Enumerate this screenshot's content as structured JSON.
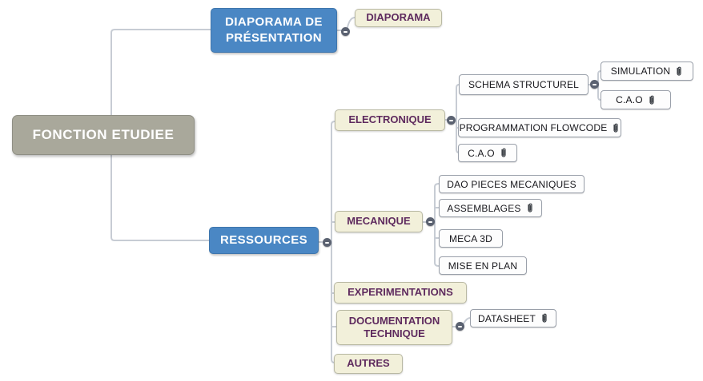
{
  "colors": {
    "branch_blue": "#4a87c4",
    "root_gray": "#a9a89b",
    "topic_cream": "#f2f0da",
    "topic_text_purple": "#5e2a5e",
    "leaf_white": "#fdfdfd",
    "connector_gray": "#c7ccd4",
    "collapse_button_slate": "#5b6271"
  },
  "icons": {
    "attachment": "paperclip-icon",
    "collapse": "minus-circle-icon"
  },
  "mindmap": {
    "root": {
      "label": "FONCTION ETUDIEE"
    },
    "children": [
      {
        "label": "DIAPORAMA DE PRÉSENTATION",
        "children": [
          {
            "label": "DIAPORAMA"
          }
        ]
      },
      {
        "label": "RESSOURCES",
        "children": [
          {
            "label": "ELECTRONIQUE",
            "children": [
              {
                "label": "SCHEMA STRUCTUREL",
                "children": [
                  {
                    "label": "SIMULATION",
                    "has_attachment": true
                  },
                  {
                    "label": "C.A.O",
                    "has_attachment": true
                  }
                ]
              },
              {
                "label": "PROGRAMMATION FLOWCODE",
                "has_attachment": true
              },
              {
                "label": "C.A.O",
                "has_attachment": true
              }
            ]
          },
          {
            "label": "MECANIQUE",
            "children": [
              {
                "label": "DAO PIECES MECANIQUES"
              },
              {
                "label": "ASSEMBLAGES",
                "has_attachment": true
              },
              {
                "label": "MECA 3D"
              },
              {
                "label": "MISE EN PLAN"
              }
            ]
          },
          {
            "label": "EXPERIMENTATIONS"
          },
          {
            "label": "DOCUMENTATION TECHNIQUE",
            "children": [
              {
                "label": "DATASHEET",
                "has_attachment": true
              }
            ]
          },
          {
            "label": "AUTRES"
          }
        ]
      }
    ]
  }
}
